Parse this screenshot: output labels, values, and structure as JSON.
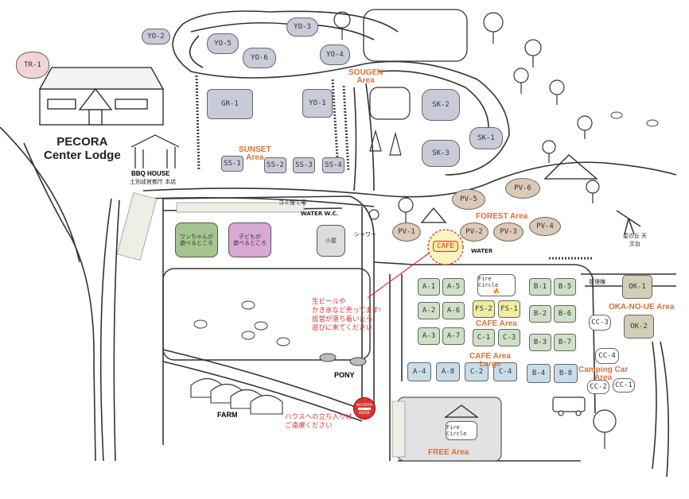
{
  "lodge": {
    "site": "TR-1",
    "title_line1": "PECORA",
    "title_line2": "Center Lodge"
  },
  "bbq": {
    "title": "BBQ HOUSE",
    "subtitle": "土別成官都庁 本店"
  },
  "areas": {
    "sougen": [
      "SOUGEN",
      "Area"
    ],
    "sunset": [
      "SUNSET",
      "Area"
    ],
    "forest": "FOREST Area",
    "okanoue": "OKA-NO-UE Area",
    "cafe": "CAFE Area",
    "cafe_large": [
      "CAFE Area",
      "Large"
    ],
    "camping_car": [
      "Camping Car",
      "Area"
    ],
    "free": "FREE Area"
  },
  "sites": {
    "sougen": [
      "YO-2",
      "YO-5",
      "YO-6",
      "YO-3",
      "YO-4",
      "GR-1",
      "YO-1",
      "SK-2",
      "SK-1",
      "SK-3"
    ],
    "sunset": [
      "SS-1",
      "SS-2",
      "SS-3",
      "SS-4"
    ],
    "forest": [
      "PV-1",
      "PV-2",
      "PV-3",
      "PV-4",
      "PV-5",
      "PV-6"
    ],
    "cafe_a": [
      "A-1",
      "A-5",
      "A-2",
      "A-6",
      "A-3",
      "A-7"
    ],
    "cafe_fs": [
      "FS-2",
      "FS-1"
    ],
    "cafe_c": [
      "C-1",
      "C-3"
    ],
    "cafe_b": [
      "B-1",
      "B-5",
      "B-2",
      "B-6",
      "B-3",
      "B-7"
    ],
    "large": [
      "A-4",
      "A-8",
      "C-2",
      "C-4",
      "B-4",
      "B-8"
    ],
    "okanoue": [
      "OK-1",
      "OK-2"
    ],
    "camping_car": [
      "CC-3",
      "CC-4",
      "CC-2",
      "CC-1"
    ]
  },
  "labels": {
    "cafe": "CAFE",
    "water_wc": "WATER W.C.",
    "water": "WATER",
    "fire_circle": "Fire Circle",
    "pony": "PONY",
    "farm": "FARM",
    "gomi": "ゴミ捨て場",
    "shower": "シャワー",
    "kanko": "管理棟",
    "observatory": "星の丘 天文台",
    "no_entry": "NO ENTRY",
    "enter": "ENTER",
    "box_dog": "ワンちゃんが\n遊べるところ",
    "box_kids": "子どもが\n遊べるところ",
    "box_hut": "小屋"
  },
  "notes": {
    "cafe_note": "生ビールや\nかき氷など売ってます!\n設営が落ち着いたら\n遊びに来てください!",
    "farm_note": "ハウスへの立ち入りは\nご遠慮ください"
  },
  "colors": {
    "accent": "#d9713b",
    "site_grey": "#c9cbd9",
    "site_tan": "#dcc9b6",
    "site_green": "#cfe0c6",
    "site_yellow": "#f2eca0",
    "site_blue": "#c8dcea",
    "note_red": "#dd3333",
    "cafe_highlight": "#f6ee96"
  }
}
